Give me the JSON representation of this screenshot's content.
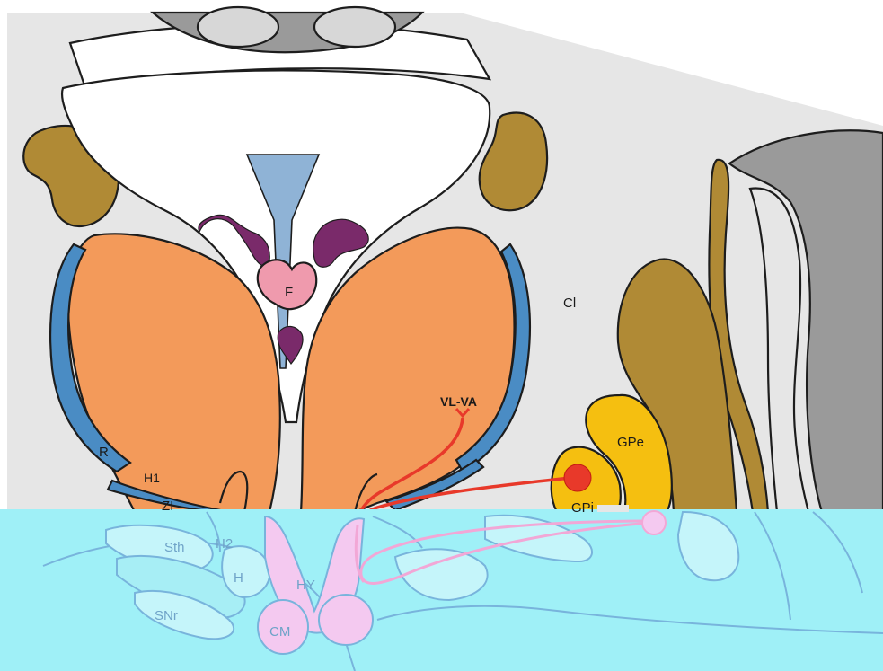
{
  "diagram": {
    "labels": {
      "F": "F",
      "Cl": "Cl",
      "VL_VA": "VL-VA",
      "GPe": "GPe",
      "GPi": "GPi",
      "R": "R",
      "H1": "H1",
      "ZI": "ZI",
      "Sth": "Sth",
      "H2": "H2",
      "H": "H",
      "HY": "HY",
      "SNr": "SNr",
      "CM": "CM"
    },
    "colors": {
      "background_tissue": "#e6e6e6",
      "thalamus": "#f39a5a",
      "reticular_blue": "#4a8cc4",
      "striatum_olive": "#b08a35",
      "globus_pallidus": "#f5bf10",
      "fornix_pink": "#ef9aad",
      "choroid_purple": "#7a2a6a",
      "cortex_gray": "#9a9a9a",
      "pathway_red": "#e8392a",
      "pathway_pink": "#f2a7d6",
      "overlay_cyan": "#9ff0f7"
    }
  }
}
